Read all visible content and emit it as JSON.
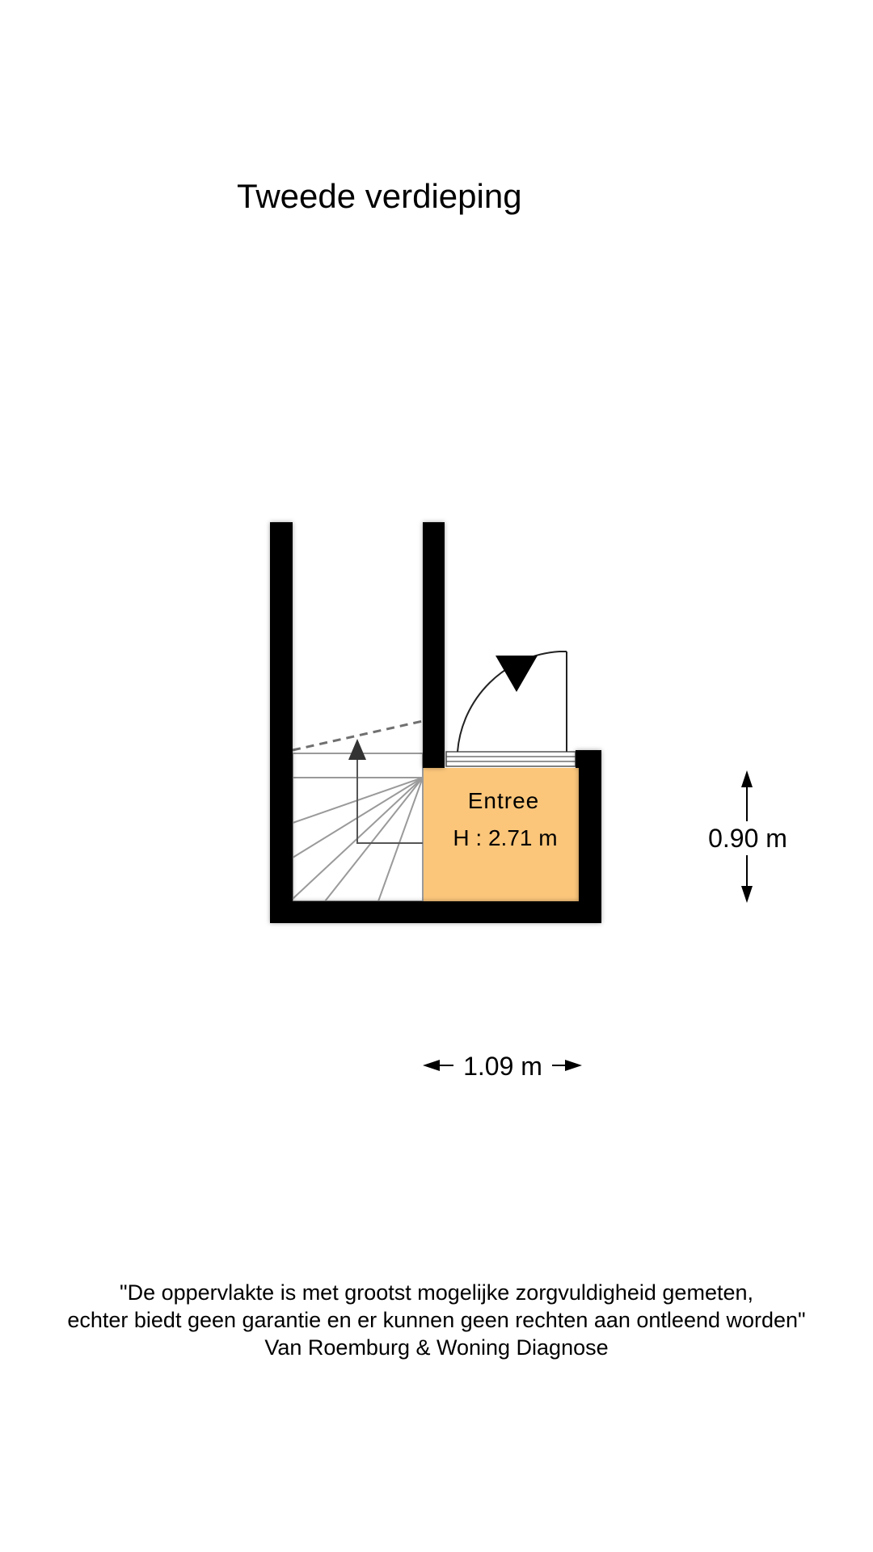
{
  "floor": {
    "title": "Tweede verdieping"
  },
  "rooms": [
    {
      "name": "Entree",
      "height_label": "H : 2.71 m",
      "fill_color": "#FBC67A"
    }
  ],
  "dimensions": {
    "width_label": "1.09 m",
    "depth_label": "0.90 m"
  },
  "disclaimer": {
    "line1": "\"De oppervlakte is met grootst mogelijke zorgvuldigheid gemeten,",
    "line2": "echter biedt geen garantie en er kunnen geen rechten aan ontleend worden\"",
    "line3": "Van Roemburg & Woning Diagnose"
  },
  "colors": {
    "wall": "#000000",
    "stair_line": "#9a9a9a",
    "arrow": "#2b2b2b"
  }
}
